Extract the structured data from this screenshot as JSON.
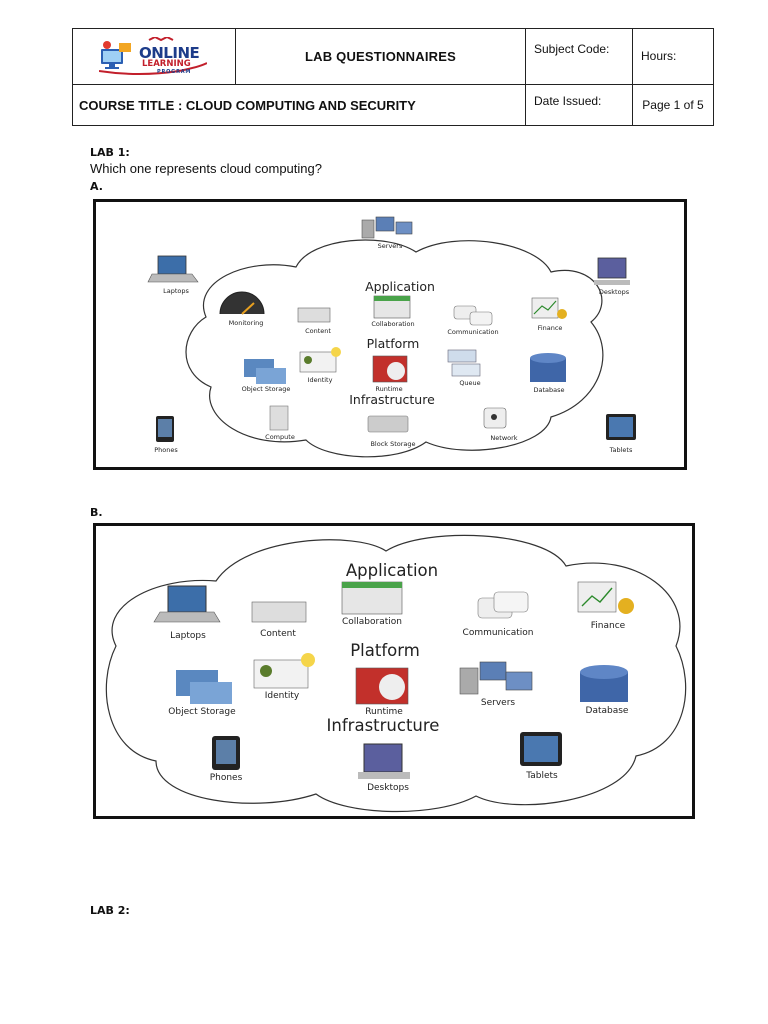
{
  "header": {
    "title": "LAB QUESTIONNAIRES",
    "subject_code_label": "Subject Code:",
    "hours_label": "Hours:",
    "course_title": "COURSE TITLE : CLOUD COMPUTING AND SECURITY",
    "date_issued_label": "Date Issued:",
    "page": "Page 1 of 5",
    "logo": {
      "line1": "ONLINE",
      "line2": "LEARNING",
      "line3": "PROGRAM"
    }
  },
  "lab1": {
    "label": "LAB 1:",
    "question": "Which one represents cloud computing?",
    "option_a": "A.",
    "option_b": "B."
  },
  "figure_a": {
    "layers": [
      "Application",
      "Platform",
      "Infrastructure"
    ],
    "outside": [
      "Servers",
      "Laptops",
      "Desktops",
      "Phones",
      "Tablets"
    ],
    "inside": [
      "Monitoring",
      "Content",
      "Collaboration",
      "Communication",
      "Finance",
      "Identity",
      "Object Storage",
      "Runtime",
      "Queue",
      "Database",
      "Compute",
      "Block Storage",
      "Network"
    ]
  },
  "figure_b": {
    "layers": [
      "Application",
      "Platform",
      "Infrastructure"
    ],
    "items": [
      "Laptops",
      "Content",
      "Collaboration",
      "Communication",
      "Finance",
      "Object Storage",
      "Identity",
      "Runtime",
      "Servers",
      "Database",
      "Phones",
      "Desktops",
      "Tablets"
    ]
  },
  "lab2": {
    "label": "LAB 2:"
  }
}
